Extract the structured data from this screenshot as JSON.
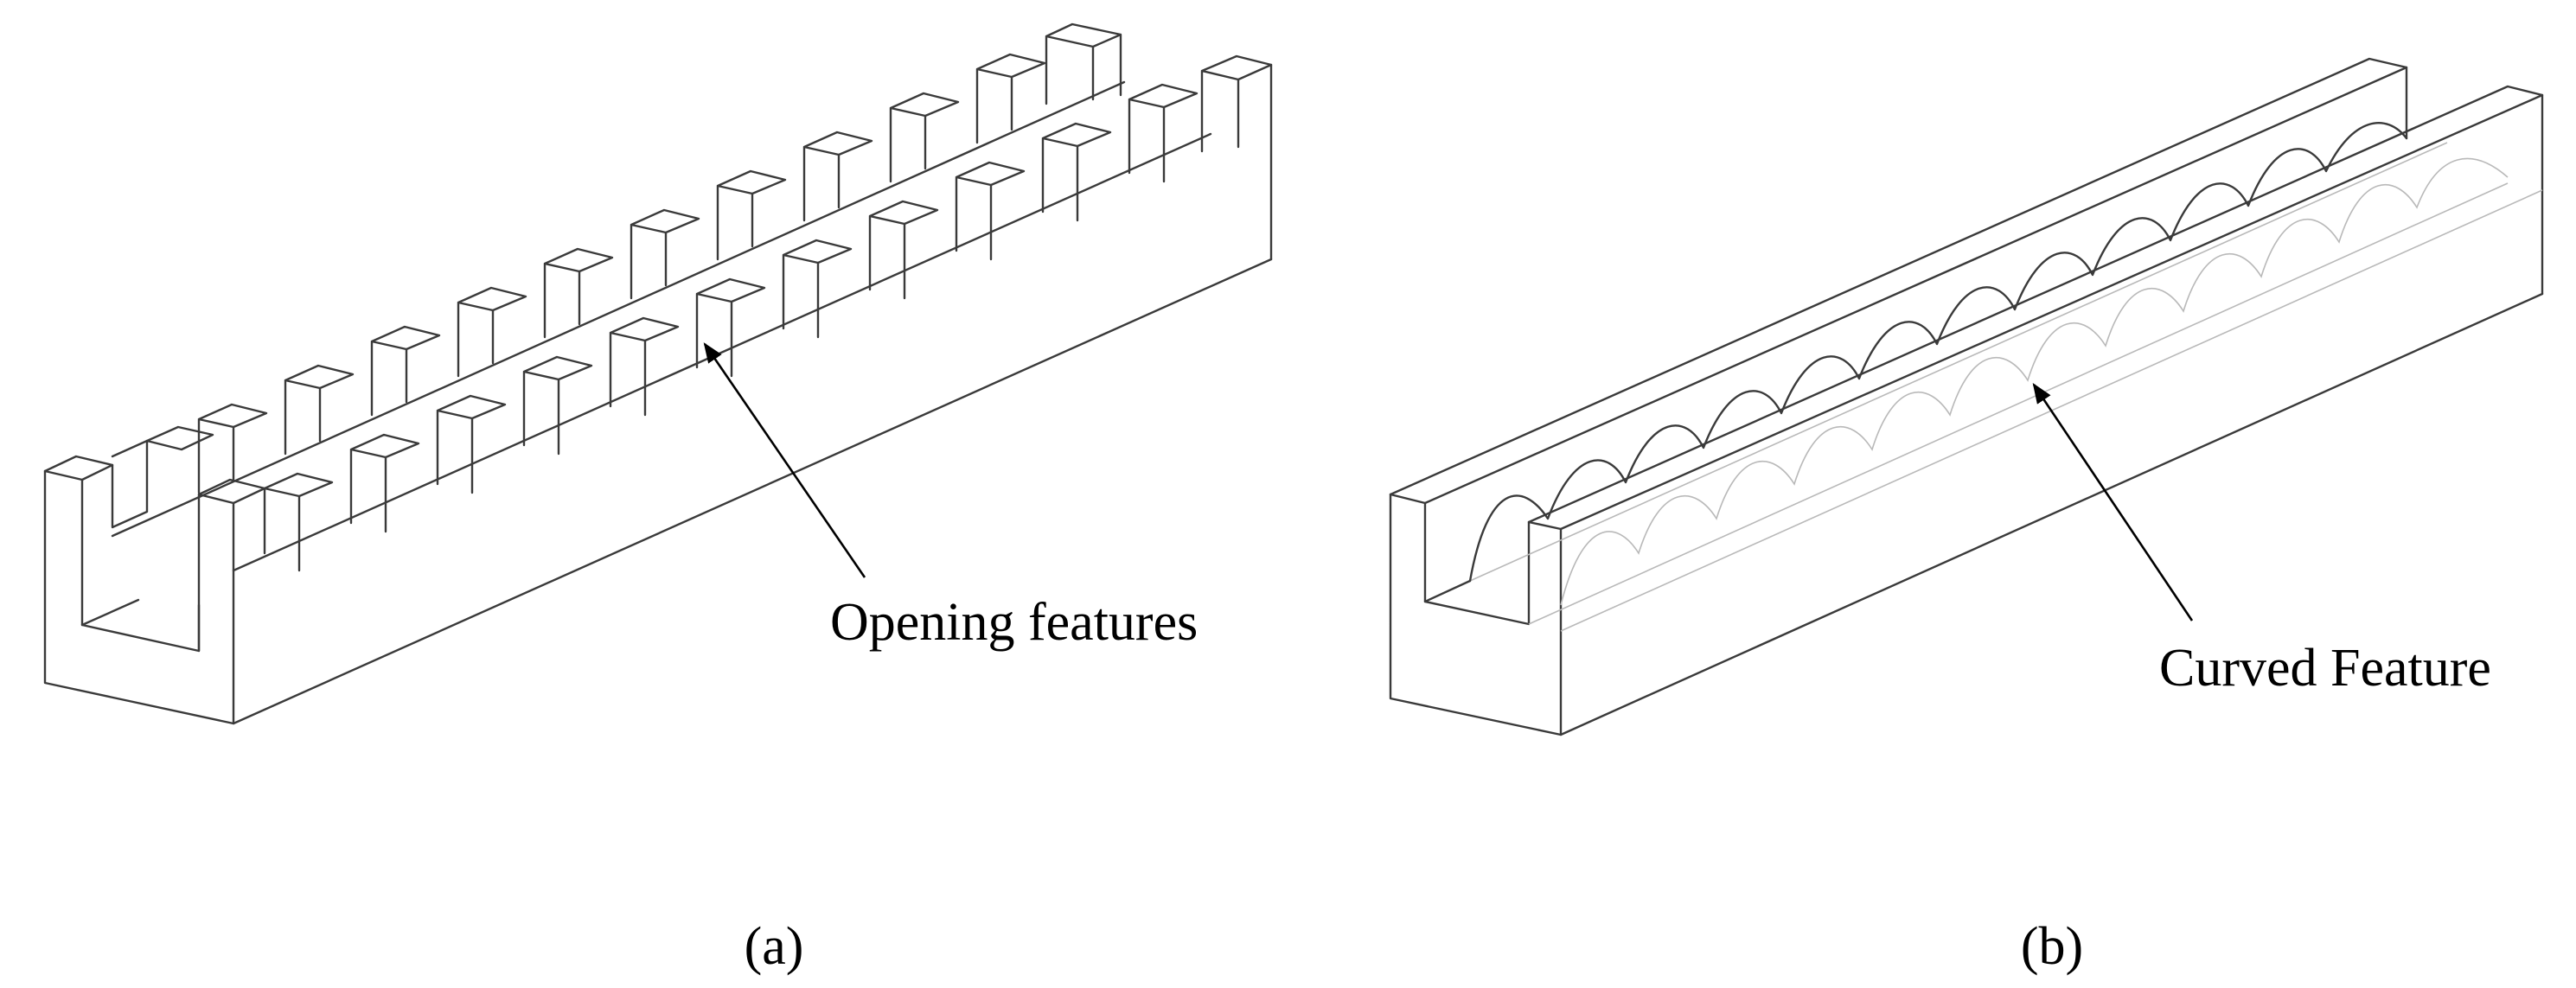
{
  "figure": {
    "panels": [
      {
        "caption": "(a)",
        "annotation": "Opening features"
      },
      {
        "caption": "(b)",
        "annotation": "Curved Feature"
      }
    ],
    "colors": {
      "line": "#3a3a3a",
      "hidden_line": "#b9b9b9",
      "text": "#000000",
      "background": "#ffffff"
    }
  }
}
